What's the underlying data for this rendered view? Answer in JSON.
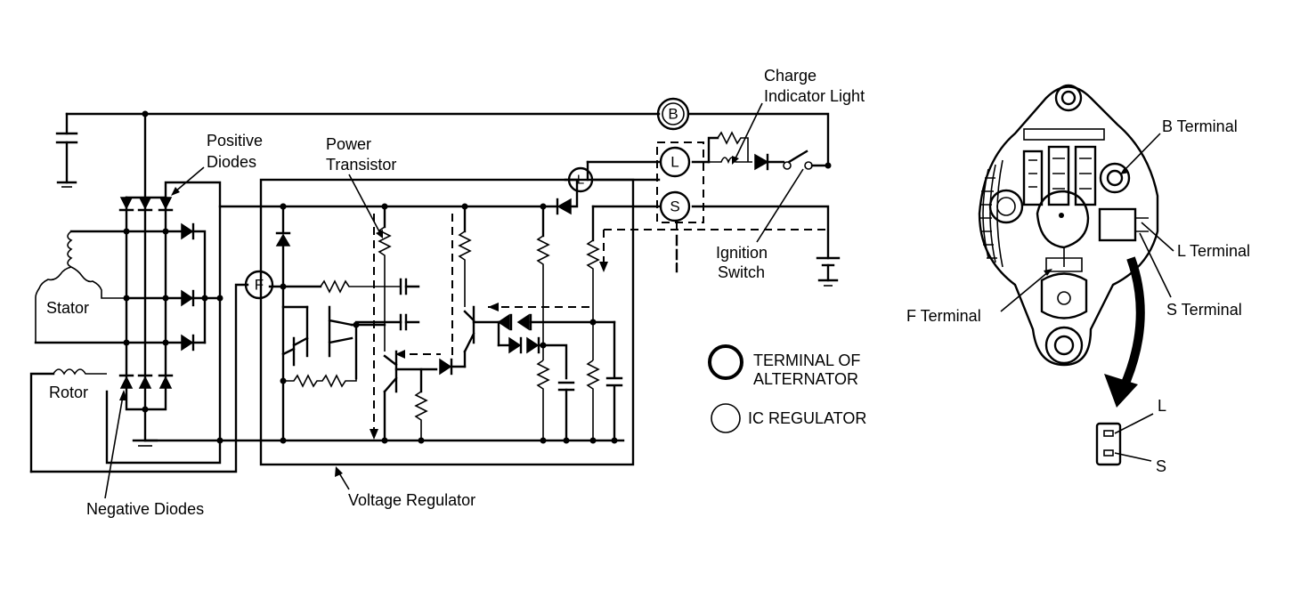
{
  "labels": {
    "charge_indicator_light": [
      "Charge",
      "Indicator Light"
    ],
    "positive_diodes": [
      "Positive",
      "Diodes"
    ],
    "power_transistor": [
      "Power",
      "Transistor"
    ],
    "stator": "Stator",
    "rotor": "Rotor",
    "negative_diodes": "Negative Diodes",
    "voltage_regulator": "Voltage Regulator",
    "ignition_switch": [
      "Ignition",
      "Switch"
    ],
    "b_terminal": "B Terminal",
    "l_terminal": "L Terminal",
    "s_terminal": "S Terminal",
    "f_terminal": "F Terminal",
    "connector_l": "L",
    "connector_s": "S"
  },
  "terminals": {
    "b": "B",
    "l": "L",
    "s": "S",
    "f": "F",
    "reg_l": "L"
  },
  "legend": {
    "terminal_of_alternator": [
      "TERMINAL OF",
      "ALTERNATOR"
    ],
    "ic_regulator": "IC REGULATOR"
  }
}
